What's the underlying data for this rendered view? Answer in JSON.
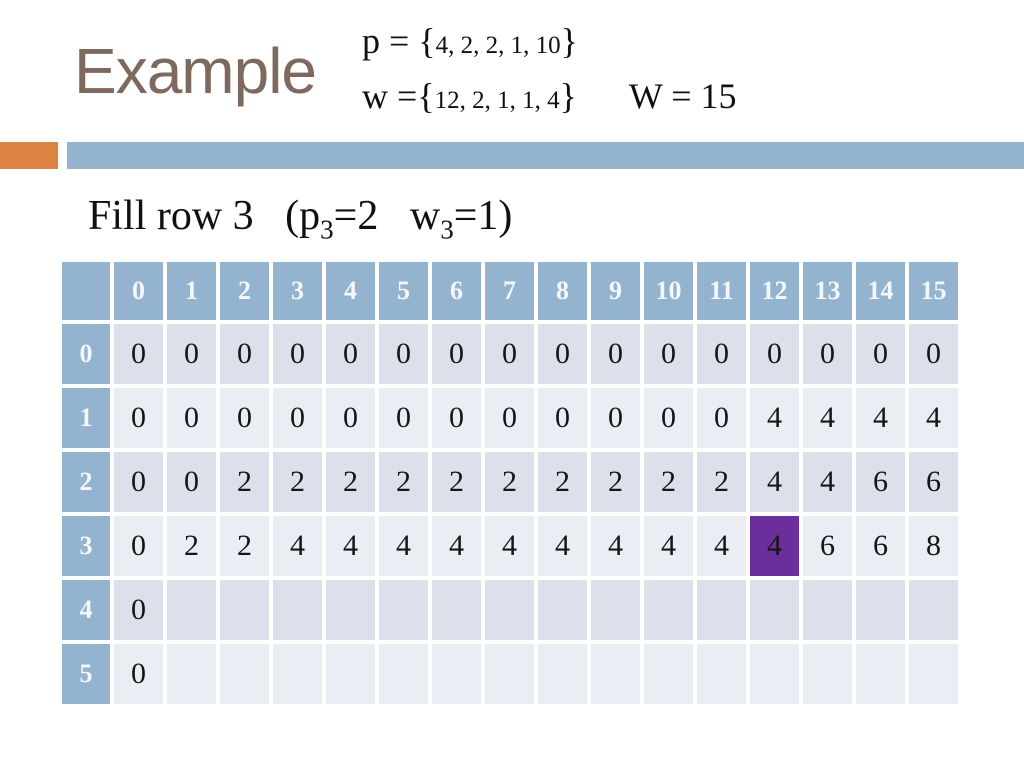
{
  "slide": {
    "title": "Example",
    "colors": {
      "orange": "#dc8243",
      "blue": "#93b3cf",
      "title_brown": "#7d695d",
      "purple": "#6b2e9c",
      "band_a": "#dbe0eb",
      "band_b": "#eaedf3"
    },
    "formulas": {
      "p_prefix": "p = {",
      "p_values": "4, 2, 2, 1, 10",
      "p_suffix": "}",
      "w_prefix": "w ={",
      "w_values": "12, 2, 1, 1, 4",
      "w_suffix": "}",
      "capacity": "W = 15"
    },
    "step": {
      "pre": "Fill row 3   (p",
      "sub1": "3",
      "mid": "=2   w",
      "sub2": "3",
      "post": "=1)"
    }
  },
  "table": {
    "corner": "",
    "col_headers": [
      "0",
      "1",
      "2",
      "3",
      "4",
      "5",
      "6",
      "7",
      "8",
      "9",
      "10",
      "11",
      "12",
      "13",
      "14",
      "15"
    ],
    "rows": [
      {
        "header": "0",
        "cells": [
          "0",
          "0",
          "0",
          "0",
          "0",
          "0",
          "0",
          "0",
          "0",
          "0",
          "0",
          "0",
          "0",
          "0",
          "0",
          "0"
        ]
      },
      {
        "header": "1",
        "cells": [
          "0",
          "0",
          "0",
          "0",
          "0",
          "0",
          "0",
          "0",
          "0",
          "0",
          "0",
          "0",
          "4",
          "4",
          "4",
          "4"
        ]
      },
      {
        "header": "2",
        "cells": [
          "0",
          "0",
          "2",
          "2",
          "2",
          "2",
          "2",
          "2",
          "2",
          "2",
          "2",
          "2",
          "4",
          "4",
          "6",
          "6"
        ]
      },
      {
        "header": "3",
        "cells": [
          "0",
          "2",
          "2",
          "4",
          "4",
          "4",
          "4",
          "4",
          "4",
          "4",
          "4",
          "4",
          "4",
          "6",
          "6",
          "8"
        ]
      },
      {
        "header": "4",
        "cells": [
          "0",
          "",
          "",
          "",
          "",
          "",
          "",
          "",
          "",
          "",
          "",
          "",
          "",
          "",
          "",
          ""
        ]
      },
      {
        "header": "5",
        "cells": [
          "0",
          "",
          "",
          "",
          "",
          "",
          "",
          "",
          "",
          "",
          "",
          "",
          "",
          "",
          "",
          ""
        ]
      }
    ],
    "highlight": {
      "row_header": "3",
      "col": 12,
      "value": "4"
    }
  }
}
